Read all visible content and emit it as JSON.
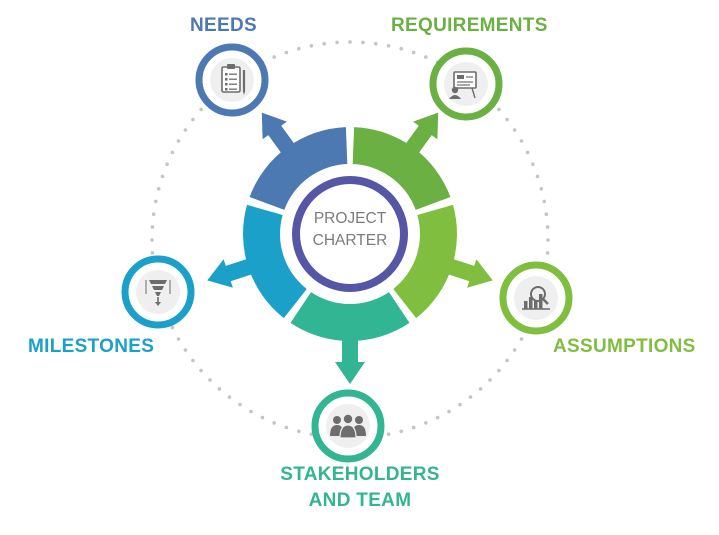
{
  "center": {
    "line1": "PROJECT",
    "line2": "CHARTER"
  },
  "nodes": {
    "needs": {
      "label": "NEEDS",
      "icon": "checklist-clipboard-icon",
      "color": "#4d79b3"
    },
    "requirements": {
      "label": "REQUIREMENTS",
      "icon": "presentation-board-icon",
      "color": "#6ab042"
    },
    "assumptions": {
      "label": "ASSUMPTIONS",
      "icon": "analysis-chart-icon",
      "color": "#7fbe3e"
    },
    "stakeholders": {
      "label_line1": "STAKEHOLDERS",
      "label_line2": "AND TEAM",
      "icon": "team-people-icon",
      "color": "#32b592"
    },
    "milestones": {
      "label": "MILESTONES",
      "icon": "funnel-icon",
      "color": "#1aa0c9"
    }
  },
  "colors": {
    "center_ring": "#5557a6",
    "dots": "#c4c4c4",
    "icon_gray": "#6d6d6d"
  }
}
